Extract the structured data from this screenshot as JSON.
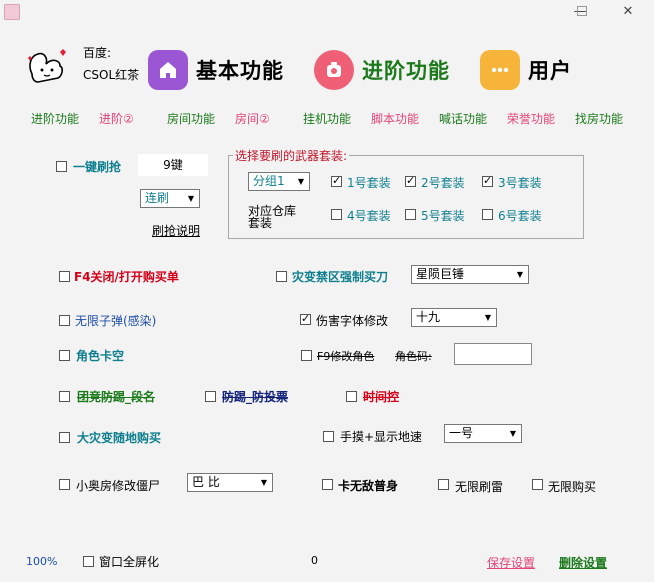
{
  "window": {
    "minimize_icon": "minimize-icon",
    "maximize_icon": "maximize-icon",
    "close_icon": "close-icon"
  },
  "header": {
    "baidu_label": "百度:",
    "user_name": "CSOL红茶",
    "tabs": [
      {
        "label": "基本功能",
        "icon": "home-icon",
        "color": "#9b57d3"
      },
      {
        "label": "进阶功能",
        "icon": "camera-icon",
        "color": "#ef5f75"
      },
      {
        "label": "用户",
        "icon": "more-dots-icon",
        "color": "#f6b43b"
      }
    ]
  },
  "nav": [
    {
      "label": "进阶功能",
      "color": "#1c7a1c"
    },
    {
      "label": "进阶②",
      "color": "#e0447a"
    },
    {
      "label": "房间功能",
      "color": "#1c7a1c"
    },
    {
      "label": "房间②",
      "color": "#e0447a"
    },
    {
      "label": "挂机功能",
      "color": "#1c7a1c"
    },
    {
      "label": "脚本功能",
      "color": "#e0447a"
    },
    {
      "label": "喊话功能",
      "color": "#1c7a1c"
    },
    {
      "label": "荣誉功能",
      "color": "#e0447a"
    },
    {
      "label": "找房功能",
      "color": "#1c7a1c"
    }
  ],
  "quick_grab": {
    "label": "一键刷抢",
    "key_value": "9键",
    "mode": "连刷",
    "help_link": "刷抢说明"
  },
  "weapon_group": {
    "title": "选择要刷的武器套装:",
    "group_select": "分组1",
    "warehouse_label_1": "对应仓库",
    "warehouse_label_2": "套装",
    "sets": [
      {
        "label": "1号套装",
        "checked": true
      },
      {
        "label": "2号套装",
        "checked": true
      },
      {
        "label": "3号套装",
        "checked": true
      },
      {
        "label": "4号套装",
        "checked": false
      },
      {
        "label": "5号套装",
        "checked": false
      },
      {
        "label": "6号套装",
        "checked": false
      }
    ]
  },
  "options": {
    "f4_toggle": "F4关闭/打开购买单",
    "mutation_forbidden_buy": "灾变禁区强制买刀",
    "mutation_weapon": "星陨巨锤",
    "infinite_ammo": "无限子弹(感染)",
    "damage_font": "伤害字体修改",
    "damage_font_value": "十九",
    "role_stuck": "角色卡空",
    "f9_role": "F9修改角色",
    "role_code_label": "角色码:",
    "team_anti_kick": "团竞防踢_段名",
    "anti_kick_vote": "防踢_防投票",
    "time_control": "时间控",
    "big_mutation_buy": "大灾变随地购买",
    "touch_speed": "手摸+显示地速",
    "touch_speed_value": "一号",
    "olympic_zombie": "小奥房修改僵尸",
    "zombie_value": "巴 比",
    "card_invincible": "卡无敌普身",
    "infinite_grenade": "无限刷雷",
    "infinite_buy": "无限购买"
  },
  "footer": {
    "zoom": "100%",
    "fullscreen_label": "窗口全屏化",
    "counter": "0",
    "save_label": "保存设置",
    "delete_label": "删除设置"
  }
}
